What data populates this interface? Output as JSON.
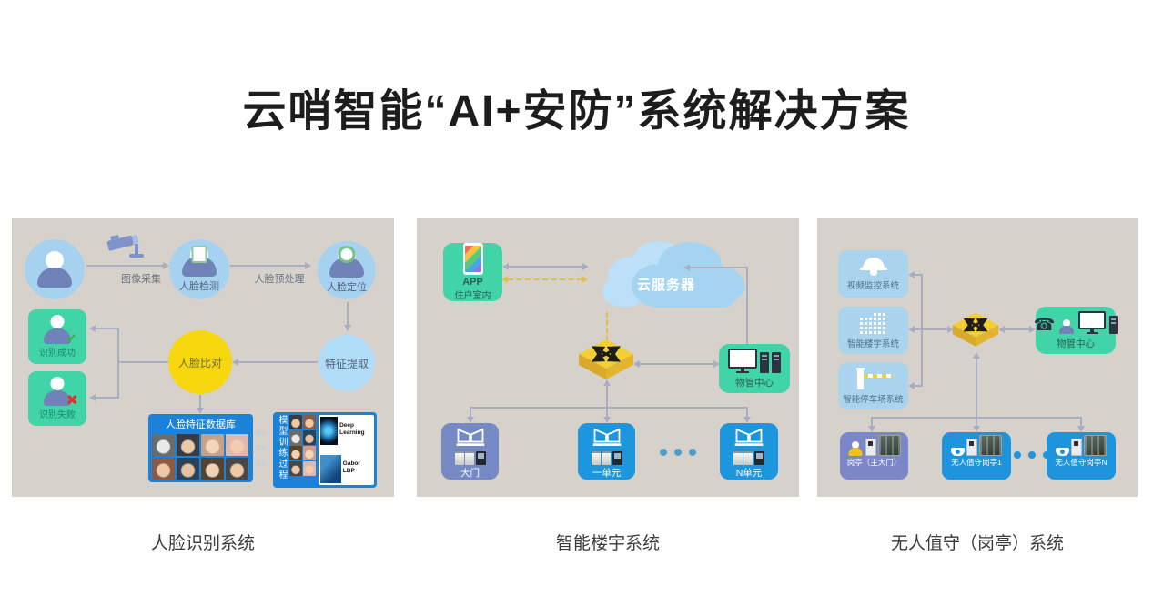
{
  "title": "云哨智能“AI+安防”系统解决方案",
  "icons": {
    "left_double_arrow": "⇦",
    "phone_glyph": "☎",
    "check_glyph": "✔",
    "cross_glyph": "✖"
  },
  "face_panel": {
    "caption": "人脸识别系统",
    "capture_label": "图像采集",
    "detect_label": "人脸检测",
    "preprocess_label": "人脸预处理",
    "locate_label": "人脸定位",
    "extract_label": "特征提取",
    "compare_label": "人脸比对",
    "success_label": "识别成功",
    "fail_label": "识别失败",
    "database_title": "人脸特征数据库",
    "training_label": "模型训练过程",
    "deep_learning_label": "Deep Learning",
    "gabor_label": "Gabor LBP"
  },
  "building_panel": {
    "caption": "智能楼宇系统",
    "app_title": "APP",
    "app_subtitle": "住户室内",
    "cloud_label": "云服务器",
    "pm_label": "物管中心",
    "gate_label": "大门",
    "unit1_label": "一单元",
    "unitN_label": "N单元"
  },
  "booth_panel": {
    "caption": "无人值守（岗亭）系统",
    "video_label": "视频监控系统",
    "building_label": "智能楼宇系统",
    "parking_label": "智能停车场系统",
    "pm_label": "物管中心",
    "booth_main_label": "岗亭（主大门）",
    "booth1_label": "无人值守岗亭1",
    "boothN_label": "无人值守岗亭N"
  },
  "colors": {
    "panel_bg": "#d6d1cb",
    "mint_green": "#41d4a6",
    "light_blue": "#a6d2ef",
    "bright_blue": "#1e96de",
    "slate_blue": "#7589c4",
    "accent_yellow": "#f6d70e",
    "deep_blue_box": "#1b82d9"
  }
}
